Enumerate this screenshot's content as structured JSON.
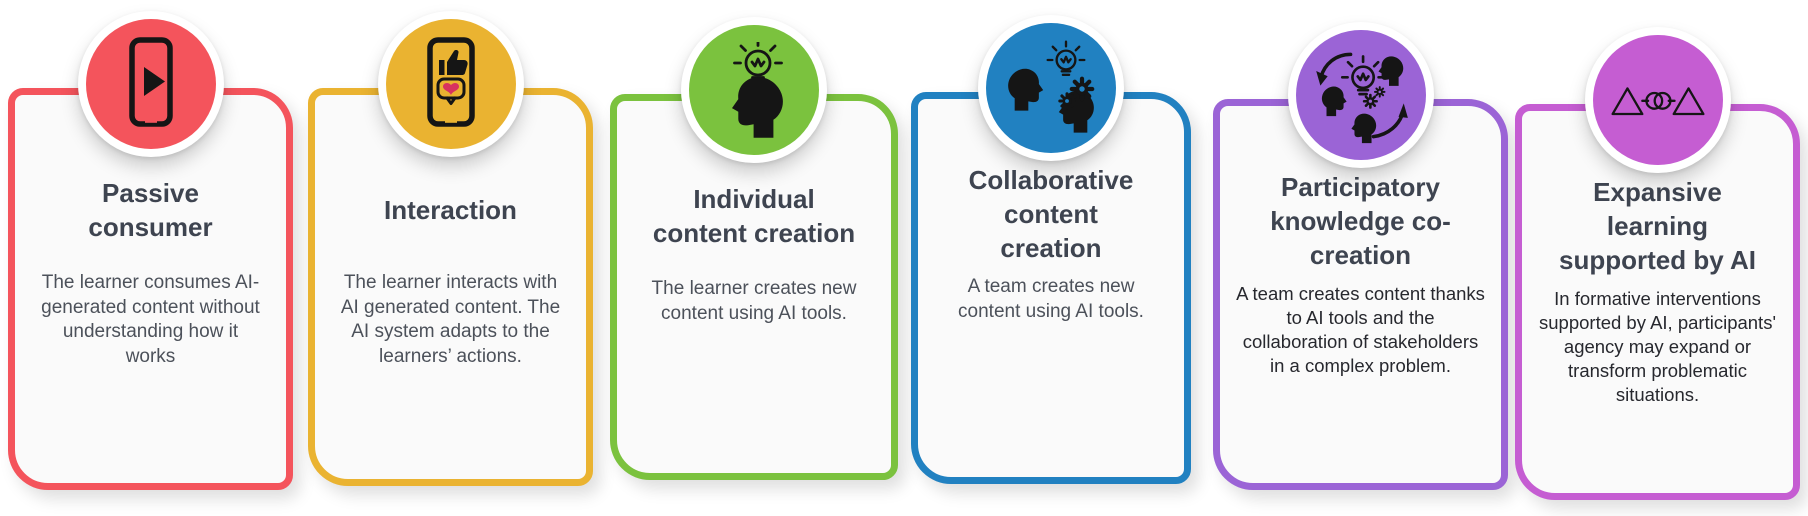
{
  "background": "#FFFFFF",
  "card_background": "#FAFAFA",
  "title_color": "#3E4450",
  "cards": [
    {
      "id": "passive-consumer",
      "icon": "tablet-play-icon",
      "color": "#F4545C",
      "title": "Passive\nconsumer",
      "description": "The learner consumes AI-generated content without understanding how it works",
      "description_color": "#4C515A"
    },
    {
      "id": "interaction",
      "icon": "tablet-thumbs-up-heart-icon",
      "color": "#EAB331",
      "title": "Interaction",
      "description": "The learner interacts with AI generated content. The AI system adapts to the learners’ actions.",
      "description_color": "#4C515A"
    },
    {
      "id": "individual-content-creation",
      "icon": "head-lightbulb-icon",
      "color": "#7BC23E",
      "title": "Individual\ncontent creation",
      "description": "The learner creates new content using AI tools.",
      "description_color": "#4C515A"
    },
    {
      "id": "collaborative-content-creation",
      "icon": "heads-lightbulb-gears-icon",
      "color": "#2181C1",
      "title": "Collaborative\ncontent\ncreation",
      "description": "A team creates new content using AI tools.",
      "description_color": "#4C515A"
    },
    {
      "id": "participatory-knowledge-co-creation",
      "icon": "co-creation-cycle-icon",
      "color": "#9B64D6",
      "title": "Participatory\nknowledge co-\ncreation",
      "description": "A team creates content thanks to AI tools and the collaboration of stakeholders in a complex problem.",
      "description_color": "#27282E"
    },
    {
      "id": "expansive-learning-supported-by-ai",
      "icon": "triangles-linked-circles-icon",
      "color": "#C55DD2",
      "title": "Expansive\nlearning\nsupported by AI",
      "description": "In formative interventions supported by AI, participants' agency may expand or transform problematic situations.",
      "description_color": "#27282E"
    }
  ]
}
